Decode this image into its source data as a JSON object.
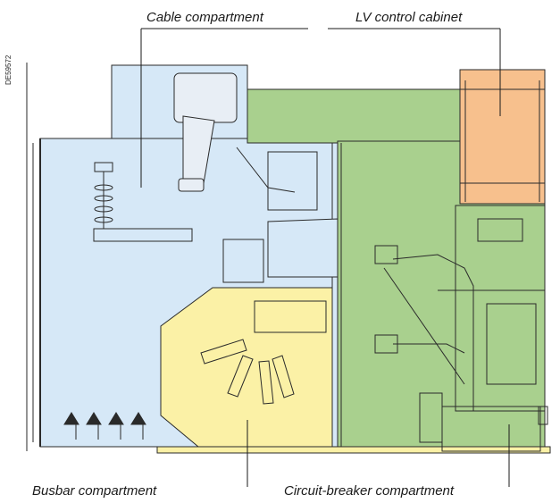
{
  "drawing_code": "DE59572",
  "labels": {
    "cable": "Cable compartment",
    "lv": "LV control cabinet",
    "busbar": "Busbar compartment",
    "breaker": "Circuit-breaker compartment"
  },
  "colors": {
    "cable_compartment": "#d6e8f7",
    "lv_cabinet": "#f7c08d",
    "busbar_compartment": "#fbf1a6",
    "breaker_compartment": "#a9d08e",
    "outline": "#2a2a2a"
  }
}
